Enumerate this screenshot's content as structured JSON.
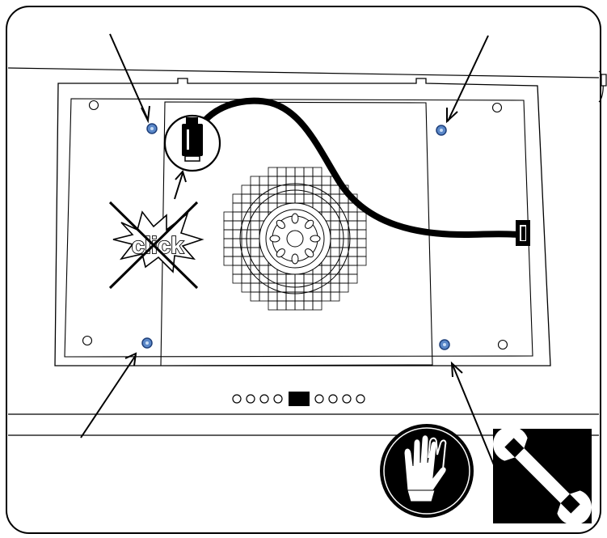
{
  "diagram": {
    "warning_label": "click",
    "icons": {
      "gloves": "protective-gloves-icon",
      "tool": "wrench-icon",
      "cable_connector": "connector-icon"
    },
    "colors": {
      "line": "#000000",
      "screw_fill": "#5a87c8",
      "screw_ring": "#1e3f7a",
      "background": "#ffffff"
    },
    "indicator_dots": 8,
    "active_indicator": 4,
    "screws": 4
  }
}
